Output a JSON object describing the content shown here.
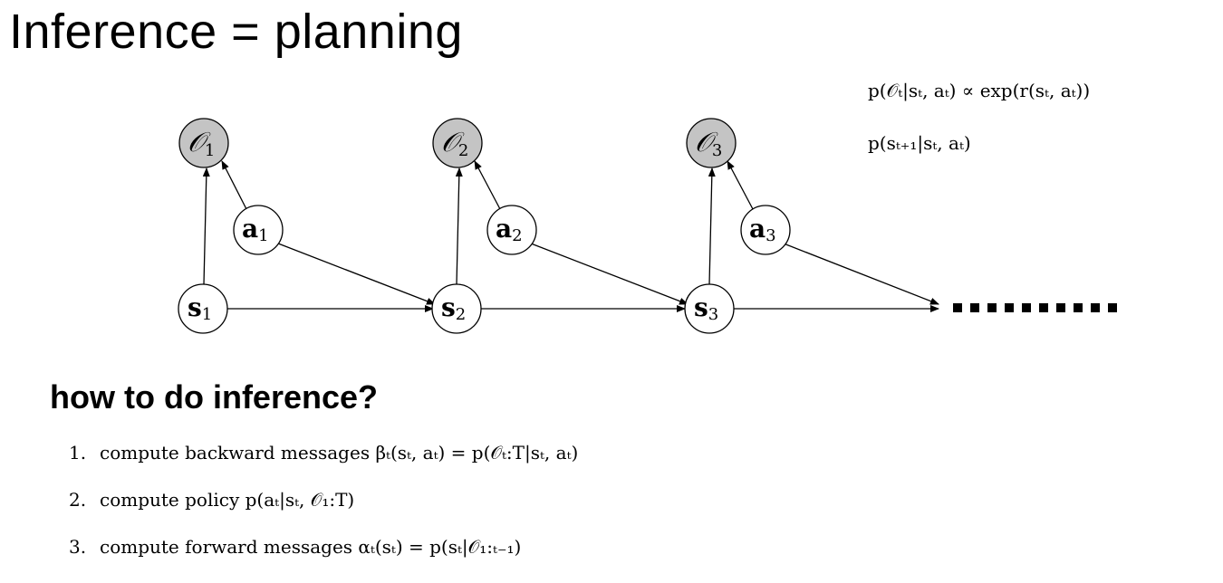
{
  "slide": {
    "title": "Inference = planning",
    "subtitle": "how to do inference?"
  },
  "equations": {
    "observation": "p(𝒪ₜ|sₜ, aₜ) ∝ exp(r(sₜ, aₜ))",
    "transition": "p(sₜ₊₁|sₜ, aₜ)"
  },
  "graph": {
    "observation_nodes": [
      {
        "sym": "𝒪",
        "sub": "1"
      },
      {
        "sym": "𝒪",
        "sub": "2"
      },
      {
        "sym": "𝒪",
        "sub": "3"
      }
    ],
    "action_nodes": [
      {
        "sym": "a",
        "sub": "1"
      },
      {
        "sym": "a",
        "sub": "2"
      },
      {
        "sym": "a",
        "sub": "3"
      }
    ],
    "state_nodes": [
      {
        "sym": "s",
        "sub": "1"
      },
      {
        "sym": "s",
        "sub": "2"
      },
      {
        "sym": "s",
        "sub": "3"
      }
    ],
    "ellipsis": "..........",
    "colors": {
      "observed_fill": "#c4c4c4",
      "node_fill": "#ffffff",
      "stroke": "#000000"
    }
  },
  "steps": [
    {
      "num": "1.",
      "text": "compute backward messages βₜ(sₜ, aₜ) = p(𝒪ₜ:T|sₜ, aₜ)"
    },
    {
      "num": "2.",
      "text": "compute policy p(aₜ|sₜ, 𝒪₁:T)"
    },
    {
      "num": "3.",
      "text": "compute forward messages αₜ(sₜ) = p(sₜ|𝒪₁:ₜ₋₁)"
    }
  ]
}
